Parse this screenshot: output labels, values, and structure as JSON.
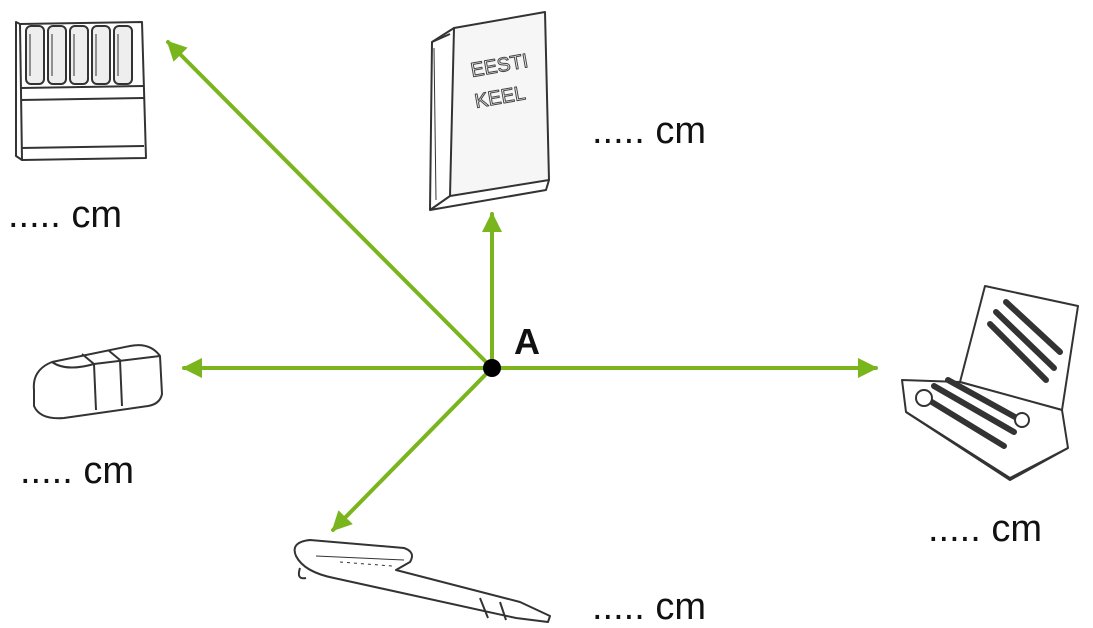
{
  "point": {
    "label": "A"
  },
  "colors": {
    "arrow": "#7ab51d",
    "ink": "#333333",
    "point": "#000000"
  },
  "book": {
    "title_line1": "EESTI",
    "title_line2": "KEEL"
  },
  "measurements": {
    "paint_box": ".....  cm",
    "book": ".....  cm",
    "eraser": ".....  cm",
    "pencil_case": ".....  cm",
    "pen": ".....  cm"
  },
  "icons": [
    "paint-box-icon",
    "book-icon",
    "eraser-icon",
    "pencil-case-icon",
    "pen-icon"
  ]
}
